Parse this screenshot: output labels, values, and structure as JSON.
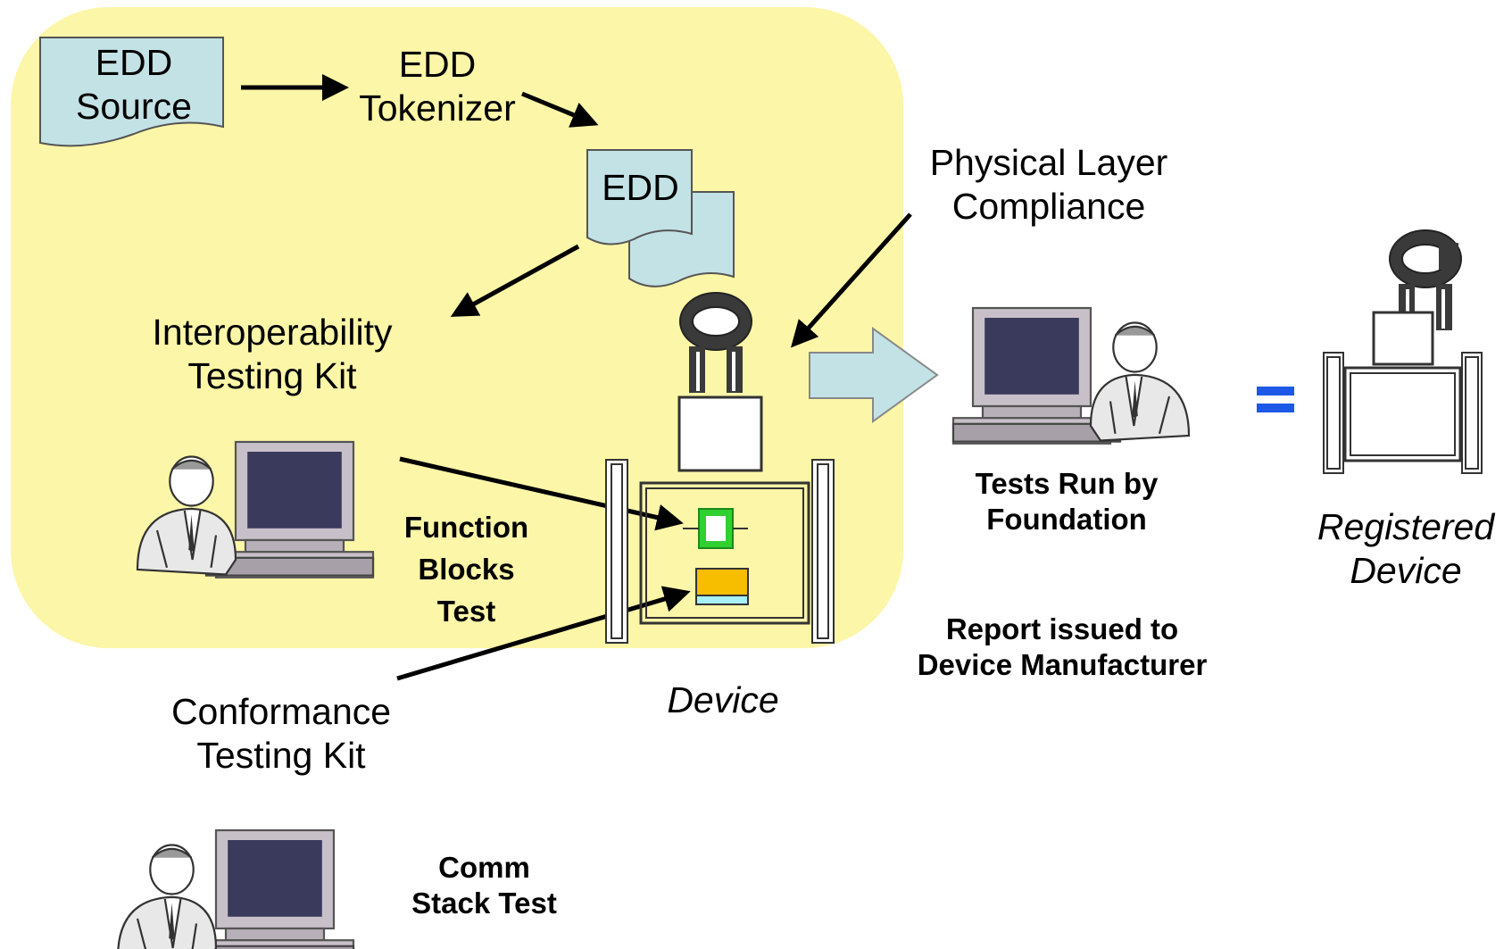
{
  "labels": {
    "edd_source": "EDD\nSource",
    "edd_tokenizer": "EDD\nTokenizer",
    "edd": "EDD",
    "physical_layer": "Physical Layer\nCompliance",
    "interop_kit": "Interoperability\nTesting Kit",
    "function_blocks": "Function\nBlocks\nTest",
    "tests_run": "Tests Run by\nFoundation",
    "registered_device": "Registered\nDevice",
    "report_issued": "Report issued to\nDevice Manufacturer",
    "conformance_kit": "Conformance\nTesting Kit",
    "device": "Device",
    "comm_stack": "Comm\nStack Test",
    "equals": "="
  },
  "colors": {
    "region": "#fcf6a8",
    "document": "#c3e2e6",
    "arrow_fill": "#c3e2e6",
    "device_dark": "#3a3a3a",
    "block_green": "#30d030",
    "block_orange": "#f7be00",
    "block_cyan": "#a8f0f8",
    "equals": "#1e58e6",
    "monitor": "#c8c0c8",
    "screen": "#3a3a5c"
  },
  "icons": [
    "person-at-computer-icon",
    "flowmeter-device-icon"
  ]
}
